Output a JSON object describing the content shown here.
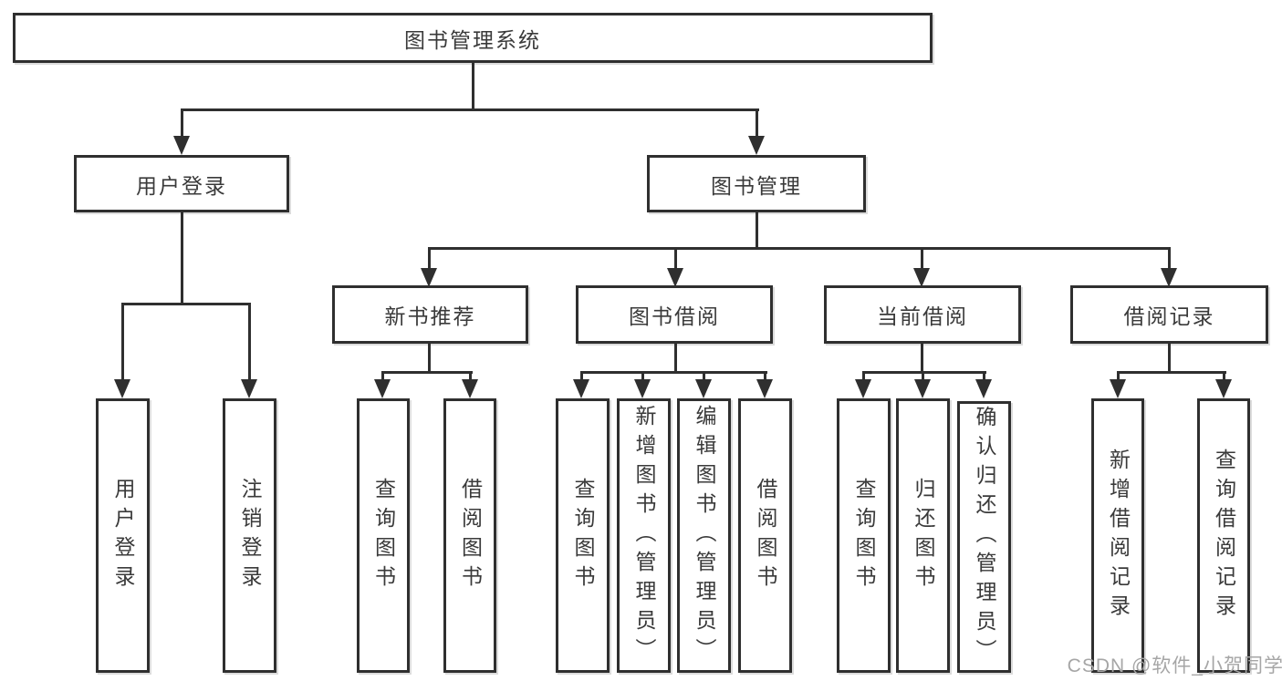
{
  "diagram_title": "图书管理系统",
  "nodes": {
    "root": "图书管理系统",
    "user_login": "用户登录",
    "book_mgmt": "图书管理",
    "new_book_rec": "新书推荐",
    "book_borrow": "图书借阅",
    "current_borrow": "当前借阅",
    "borrow_records": "借阅记录",
    "user_login_leaf": "用户登录",
    "logout_leaf": "注销登录",
    "nbr_query_books": "查询图书",
    "nbr_borrow_books": "借阅图书",
    "bb_query_books": "查询图书",
    "bb_add_books": "新增图书（管理员）",
    "bb_edit_books": "编辑图书（管理员）",
    "bb_borrow_books": "借阅图书",
    "cb_query_books": "查询图书",
    "cb_return_books": "归还图书",
    "cb_confirm_return": "确认归还（管理员）",
    "br_add_record": "新增借阅记录",
    "br_query_record": "查询借阅记录"
  },
  "watermark": "CSDN @软件_小贺同学",
  "colors": {
    "line": "#2f2f2f",
    "text": "#3a3a3a",
    "watermark": "#a6a6a6",
    "background": "#ffffff"
  }
}
